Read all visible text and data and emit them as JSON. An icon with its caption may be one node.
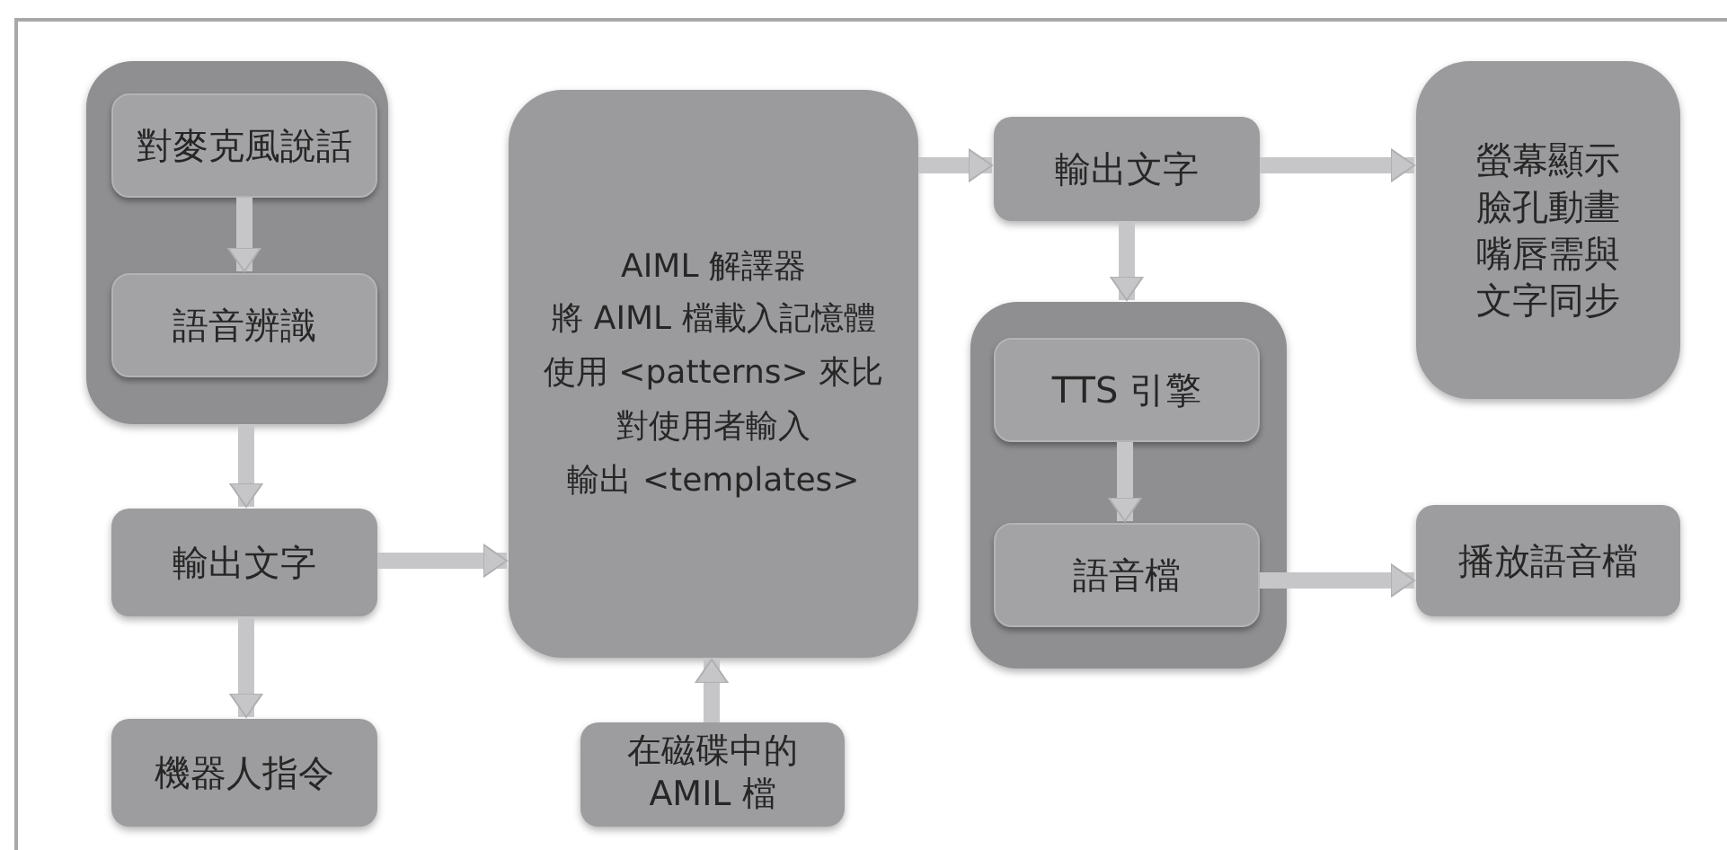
{
  "diagram": {
    "nodes": [
      {
        "text": [],
        "shape": "box"
      },
      {
        "text": [
          "對麥克風說話"
        ],
        "in": 0
      },
      {
        "text": [
          "語音辨識"
        ],
        "in": 0
      },
      {
        "text": [
          "輸出文字"
        ]
      },
      {
        "text": [
          "機器人指令"
        ]
      },
      {
        "text": [
          "AIML 解譯器",
          "將 AIML 檔載入記憶體",
          "使用 <patterns> 來比對使用者輸入",
          "輸出 <templates>"
        ]
      },
      {
        "text": [
          "在磁碟中的 AMIL 檔"
        ]
      },
      {
        "text": [
          "輸出文字"
        ]
      },
      {
        "text": [],
        "shape": "box"
      },
      {
        "text": [
          "TTS 引擎"
        ],
        "in": 8
      },
      {
        "text": [
          "語音檔"
        ],
        "in": 8
      },
      {
        "text": [
          "螢幕顯示臉孔動畫嘴唇需與文字同步"
        ]
      },
      {
        "text": [
          "播放語音檔"
        ]
      }
    ],
    "edges": [
      {
        "from": 1,
        "to": 2,
        "arrow": "to"
      },
      {
        "from": 0,
        "to": 3,
        "arrow": "to"
      },
      {
        "from": 3,
        "to": 4,
        "arrow": "to"
      },
      {
        "from": 3,
        "to": 5,
        "arrow": "to"
      },
      {
        "from": 6,
        "to": 5,
        "arrow": "to"
      },
      {
        "from": 5,
        "to": 7,
        "arrow": "to"
      },
      {
        "from": 7,
        "to": 11,
        "arrow": "to"
      },
      {
        "from": 7,
        "to": 8,
        "arrow": "to"
      },
      {
        "from": 9,
        "to": 10,
        "arrow": "to"
      },
      {
        "from": 10,
        "to": 12,
        "arrow": "to"
      }
    ]
  }
}
